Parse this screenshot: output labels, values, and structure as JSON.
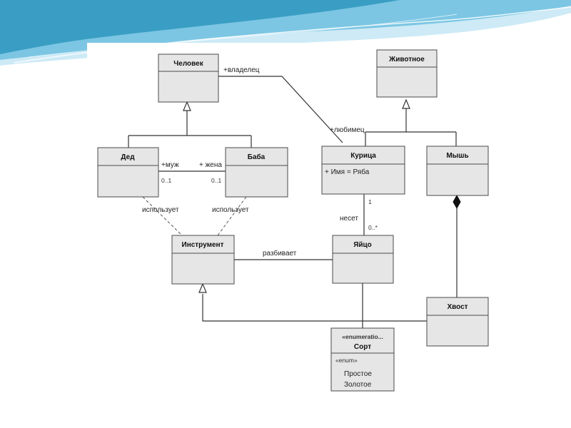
{
  "diagram": {
    "classes": {
      "chelovek": {
        "name": "Человек"
      },
      "zhivotnoe": {
        "name": "Животное"
      },
      "ded": {
        "name": "Дед"
      },
      "baba": {
        "name": "Баба"
      },
      "kuritsa": {
        "name": "Курица",
        "attribute": "+ Имя = Ряба"
      },
      "mysh": {
        "name": "Мышь"
      },
      "instrument": {
        "name": "Инструмент"
      },
      "yaitso": {
        "name": "Яйцо"
      },
      "khvost": {
        "name": "Хвост"
      },
      "sort": {
        "stereotype": "«enumeratio...",
        "name": "Сорт",
        "literal_stereotype": "«enum»",
        "literals": [
          "Простое",
          "Золотое"
        ]
      }
    },
    "labels": {
      "vladelets": "+владелец",
      "lyubimets": "+любимец",
      "muzh": "+муж",
      "zhena": "+ жена",
      "muzh_mult": "0..1",
      "zhena_mult": "0..1",
      "ispolzuet_left": "использует",
      "ispolzuet_right": "использует",
      "neset": "несет",
      "neset_mult_top": "1",
      "neset_mult_bottom": "0..*",
      "razbivaet": "разбивает"
    }
  },
  "colors": {
    "wave_primary": "#3a9ec4",
    "wave_light": "#a9dcef",
    "class_fill": "#e6e6e6",
    "class_border": "#4a4a4a"
  }
}
